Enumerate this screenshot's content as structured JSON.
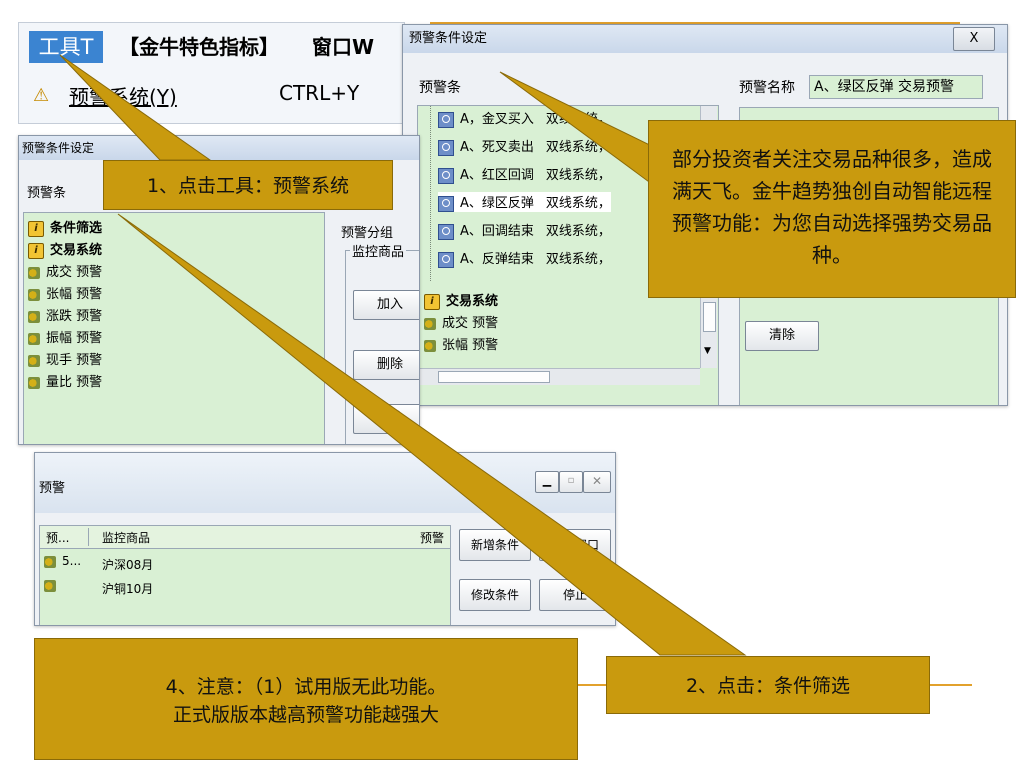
{
  "menu": {
    "tools": "工具T",
    "special": "【金牛特色指标】",
    "window": "窗口W",
    "alert_system": "预警系统(Y)",
    "shortcut": "CTRL+Y"
  },
  "dialog_main": {
    "title": "预警条件设定",
    "close": "X",
    "tree_header": "预警条",
    "rows": [
      {
        "name": "A，金叉买入",
        "desc": "双线系统，"
      },
      {
        "name": "A、死叉卖出",
        "desc": "双线系统，"
      },
      {
        "name": "A、红区回调",
        "desc": "双线系统，"
      },
      {
        "name": "A、绿区反弹",
        "desc": "双线系统，"
      },
      {
        "name": "A、回调结束",
        "desc": "双线系统，"
      },
      {
        "name": "A、反弹结束",
        "desc": "双线系统，"
      }
    ],
    "trade_system": "交易系统",
    "trade_rows": [
      "成交 预警",
      "张幅 预警"
    ],
    "alert_name_label": "预警名称",
    "alert_name_value": "A、绿区反弹 交易预警",
    "clear_button": "清除"
  },
  "dialog_left": {
    "title": "预警条件设定",
    "tree_header": "预警条",
    "items": [
      "条件筛选",
      "交易系统",
      "成交 预警",
      "张幅 预警",
      "涨跌 预警",
      "振幅 预警",
      "现手 预警",
      "量比 预警"
    ],
    "group_label": "预警分组",
    "monitor_label": "监控商品",
    "add_button": "加入",
    "delete_button": "删除",
    "clear_button": "清除"
  },
  "dialog_bottom": {
    "title": "预警",
    "columns": [
      "预...",
      "监控商品",
      "预警"
    ],
    "rows": [
      {
        "id": "5...",
        "product": "沪深08月"
      },
      {
        "id": "",
        "product": "沪铜10月"
      }
    ],
    "new_condition": "新增条件",
    "close_window": "关闭窗口",
    "modify_condition": "修改条件",
    "stop": "停止"
  },
  "callouts": {
    "step1": "1、点击工具：预警系统",
    "info": "部分投资者关注交易品种很多，造成满天飞。金牛趋势独创自动智能远程预警功能：为您自动选择强势交易品种。",
    "step2": "2、点击：条件筛选",
    "step4_line1": "4、注意：（1）试用版无此功能。",
    "step4_line2": "正式版版本越高预警功能越强大"
  },
  "colors": {
    "callout": "#c99a0e",
    "pane": "#d9f0d4",
    "menu_highlight": "#3b84d1",
    "accent_line": "#e2a12c"
  }
}
